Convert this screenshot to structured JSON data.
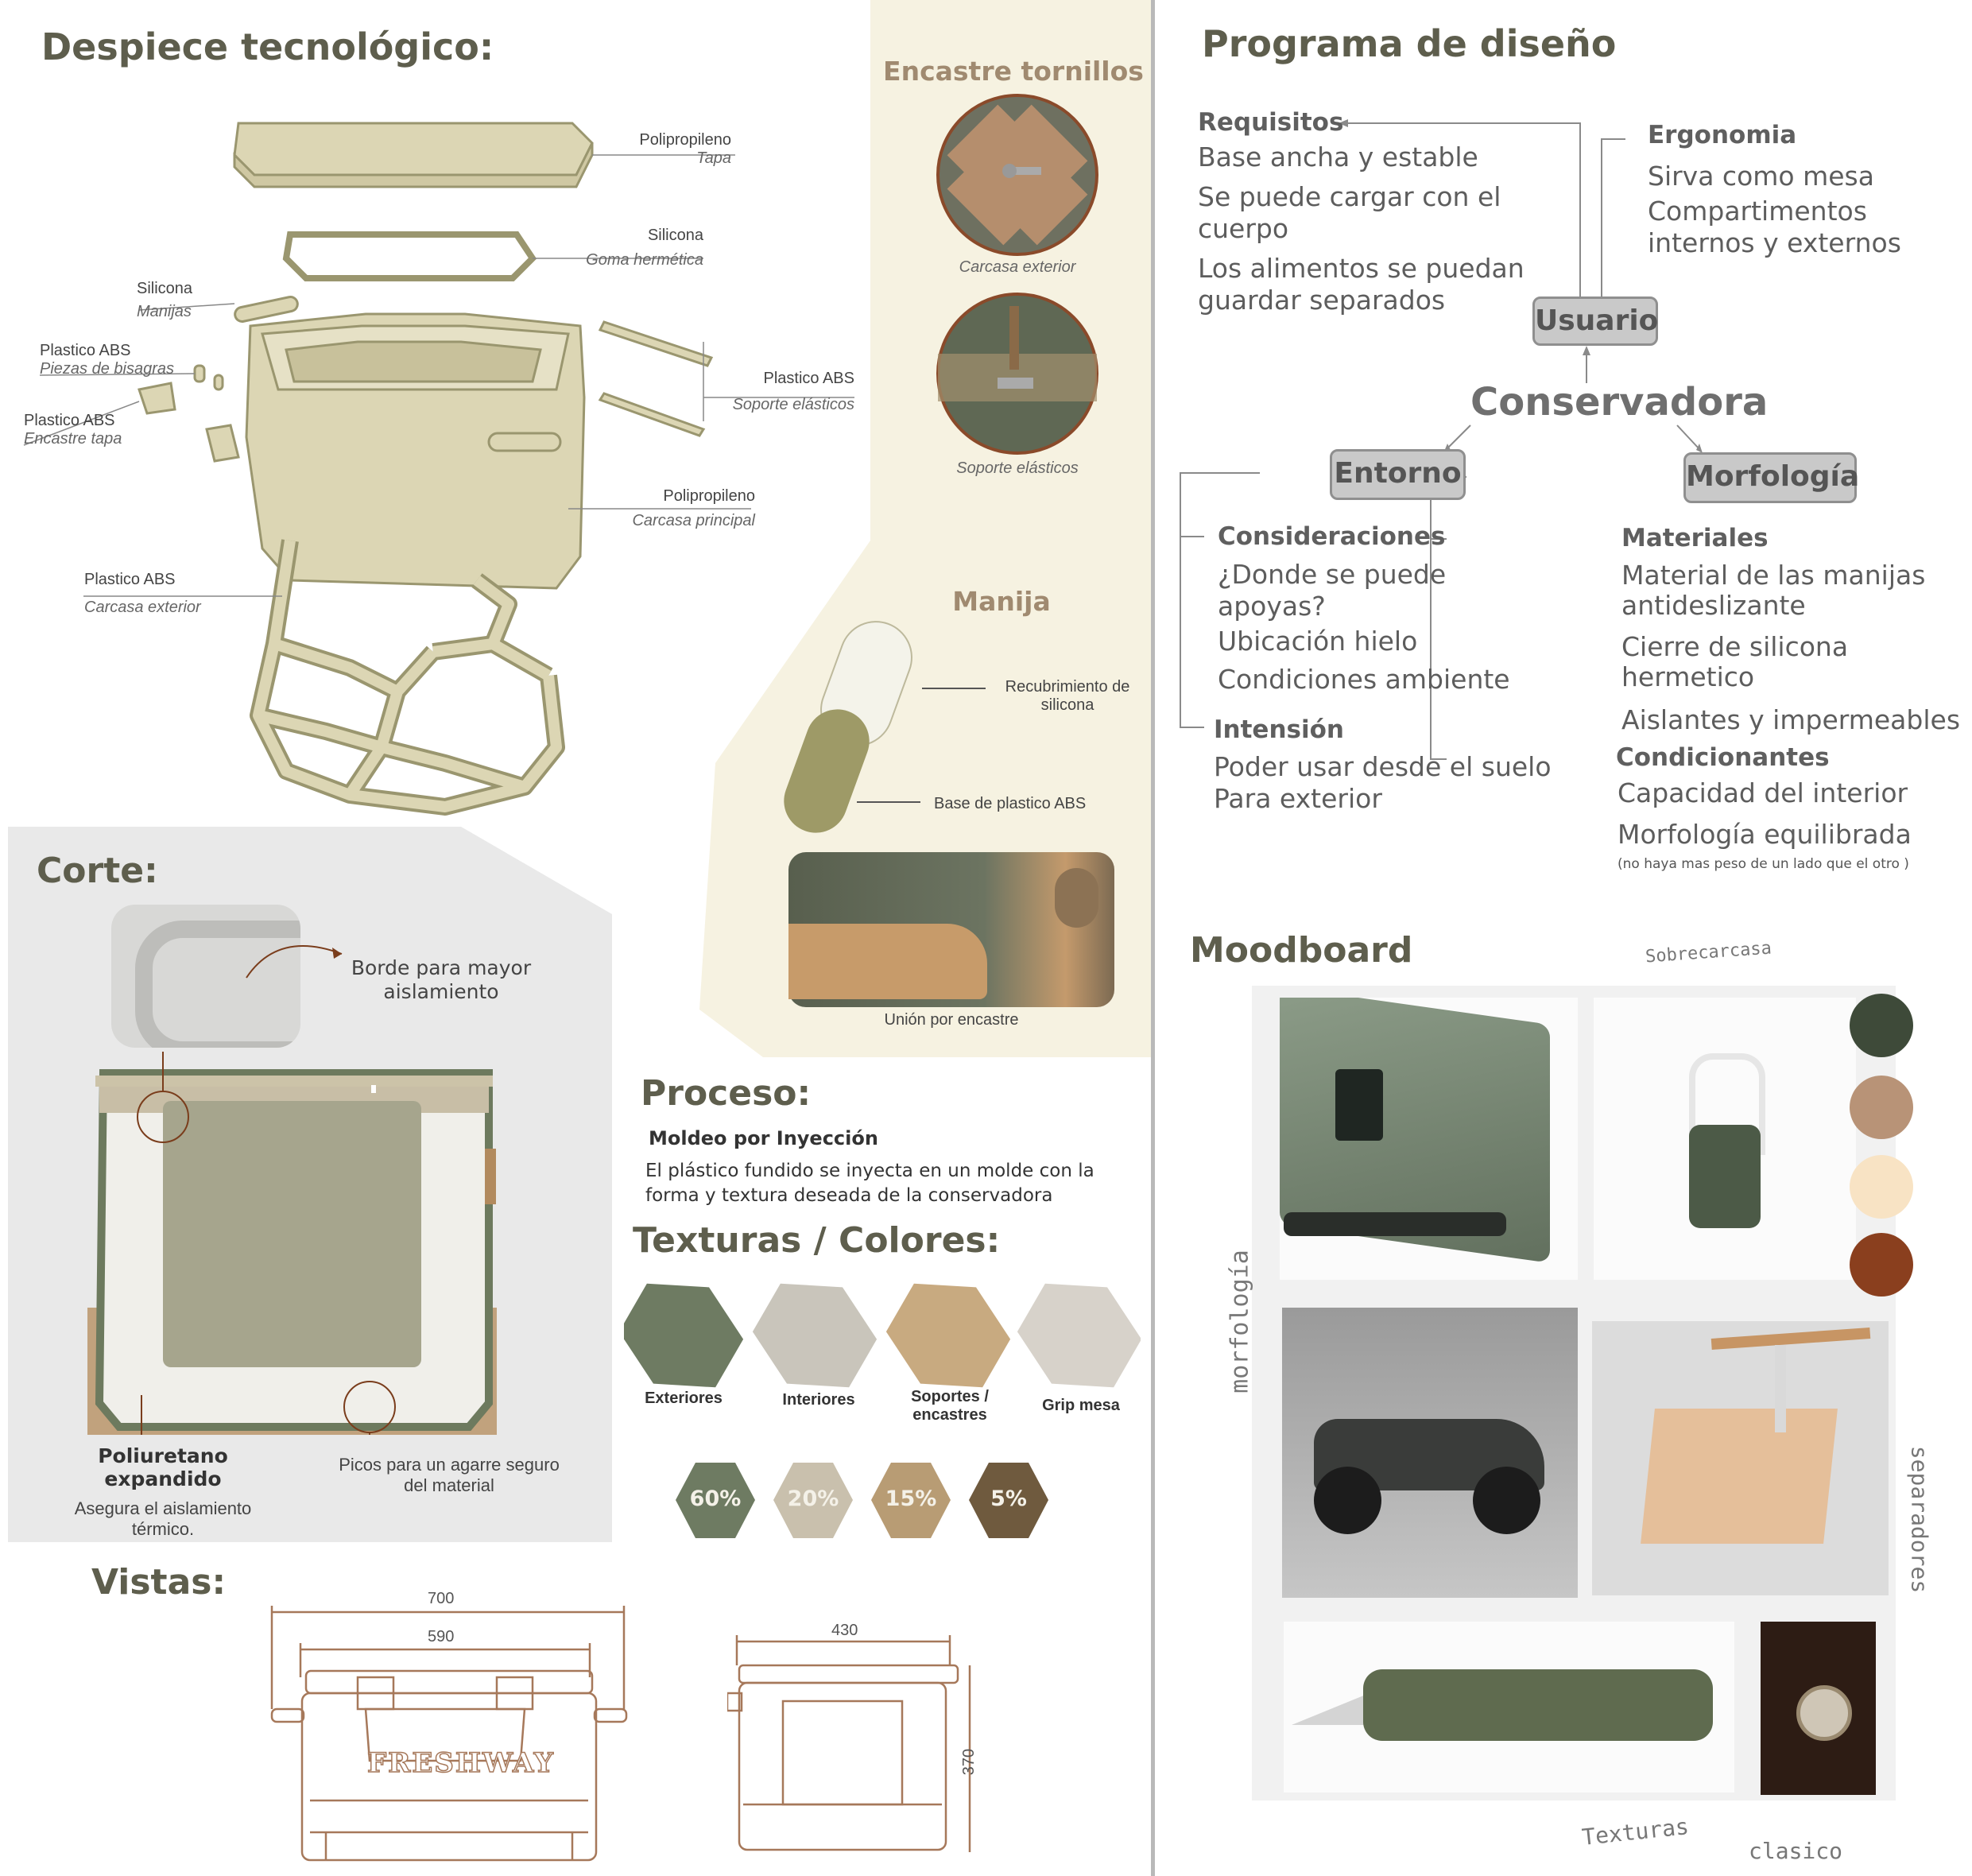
{
  "despiece": {
    "title": "Despiece tecnológico:",
    "labels": [
      {
        "material": "Polipropileno",
        "part": "Tapa"
      },
      {
        "material": "Silicona",
        "part": "Goma hermética"
      },
      {
        "material": "Silicona",
        "part": "Manijas"
      },
      {
        "material": "Plastico ABS",
        "part": "Piezas de bisagras"
      },
      {
        "material": "Plastico ABS",
        "part": "Encastre tapa"
      },
      {
        "material": "Plastico ABS",
        "part": "Soporte elásticos"
      },
      {
        "material": "Polipropileno",
        "part": "Carcasa principal"
      },
      {
        "material": "Plastico ABS",
        "part": "Carcasa exterior"
      }
    ]
  },
  "encastre": {
    "title": "Encastre tornillos",
    "caption1": "Carcasa exterior",
    "caption2": "Soporte elásticos"
  },
  "manija": {
    "title": "Manija",
    "label1": "Recubrimiento de silicona",
    "label2": "Base de plastico ABS",
    "caption": "Unión por encastre"
  },
  "corte": {
    "title": "Corte:",
    "borde": "Borde para mayor aislamiento",
    "poli_title": "Poliuretano expandido",
    "poli_text": "Asegura el aislamiento térmico.",
    "picos": "Picos para un agarre seguro del material"
  },
  "proceso": {
    "title": "Proceso:",
    "subtitle": "Moldeo por Inyección",
    "text": "El plástico fundido se inyecta en un molde con la forma y textura deseada de la conservadora"
  },
  "texturas": {
    "title": "Texturas / Colores:",
    "items": [
      {
        "label": "Exteriores",
        "color": "#6e7b62"
      },
      {
        "label": "Interiores",
        "color": "#c9c5bb"
      },
      {
        "label": "Soportes / encastres",
        "color": "#c8aa80"
      },
      {
        "label": "Grip mesa",
        "color": "#d7d2ca"
      }
    ],
    "percent": [
      {
        "value": "60%",
        "color": "#6e7b62"
      },
      {
        "value": "20%",
        "color": "#c9c0ad"
      },
      {
        "value": "15%",
        "color": "#b89c74"
      },
      {
        "value": "5%",
        "color": "#6f5a3e"
      }
    ]
  },
  "vistas": {
    "title": "Vistas:",
    "front_total": "700",
    "front_inner": "590",
    "side_width": "430",
    "side_height": "370",
    "brand": "FRESHWAY"
  },
  "programa": {
    "title": "Programa de diseño",
    "center": "Conservadora",
    "usuario": "Usuario",
    "entorno": "Entorno",
    "morfologia": "Morfología",
    "requisitos": {
      "title": "Requisitos",
      "items": [
        "Base ancha y estable",
        "Se puede cargar con el cuerpo",
        "Los alimentos se puedan guardar separados"
      ]
    },
    "ergonomia": {
      "title": "Ergonomia",
      "items": [
        "Sirva como mesa",
        "Compartimentos internos y externos"
      ]
    },
    "consideraciones": {
      "title": "Consideraciones",
      "items": [
        "¿Donde se puede apoyas?",
        "Ubicación hielo",
        "Condiciones ambiente"
      ]
    },
    "intension": {
      "title": "Intensión",
      "items": [
        "Poder usar desde el suelo",
        "Para exterior"
      ]
    },
    "materiales": {
      "title": "Materiales",
      "items": [
        "Material de las manijas antideslizante",
        "Cierre de silicona hermetico",
        "Aislantes y impermeables"
      ]
    },
    "condicionantes": {
      "title": "Condicionantes",
      "items": [
        "Capacidad del interior",
        "Morfología equilibrada"
      ],
      "note": "(no haya mas peso de un lado que el otro )"
    }
  },
  "moodboard": {
    "title": "Moodboard",
    "notes": [
      "Sobrecarcasa",
      "morfología",
      "separadores",
      "Texturas",
      "clasico"
    ],
    "palette": [
      "#3e4a39",
      "#b89377",
      "#f8e3c4",
      "#8a3f1e"
    ]
  }
}
